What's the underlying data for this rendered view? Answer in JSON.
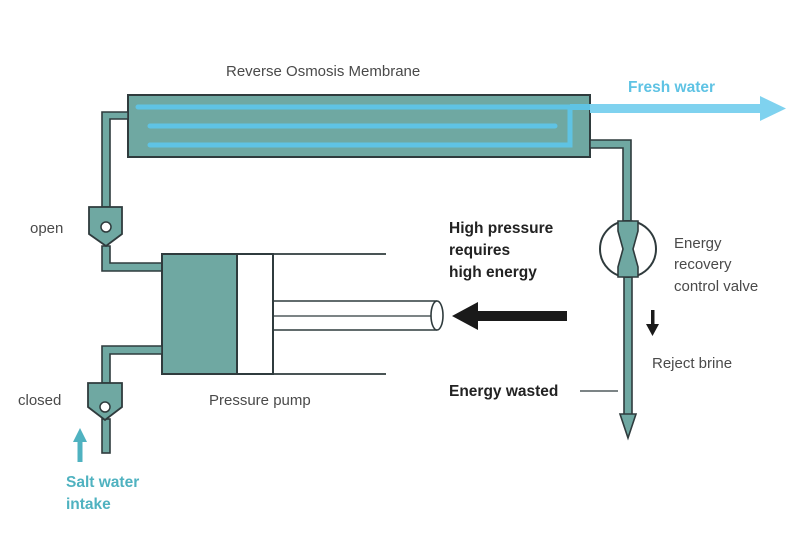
{
  "labels": {
    "membrane": "Reverse Osmosis Membrane",
    "fresh_water": "Fresh water",
    "open": "open",
    "closed": "closed",
    "high_pressure": [
      "High pressure",
      "requires",
      "high energy"
    ],
    "energy_recovery": [
      "Energy",
      "recovery",
      "control valve"
    ],
    "reject_brine": "Reject brine",
    "energy_wasted": "Energy wasted",
    "pressure_pump": "Pressure pump",
    "salt_water": [
      "Salt water",
      "intake"
    ]
  },
  "colors": {
    "teal_fill": "#6fa8a2",
    "outline": "#2f3b3d",
    "water_cyan": "#5fc3e4",
    "intake_teal": "#4fb2c0"
  }
}
